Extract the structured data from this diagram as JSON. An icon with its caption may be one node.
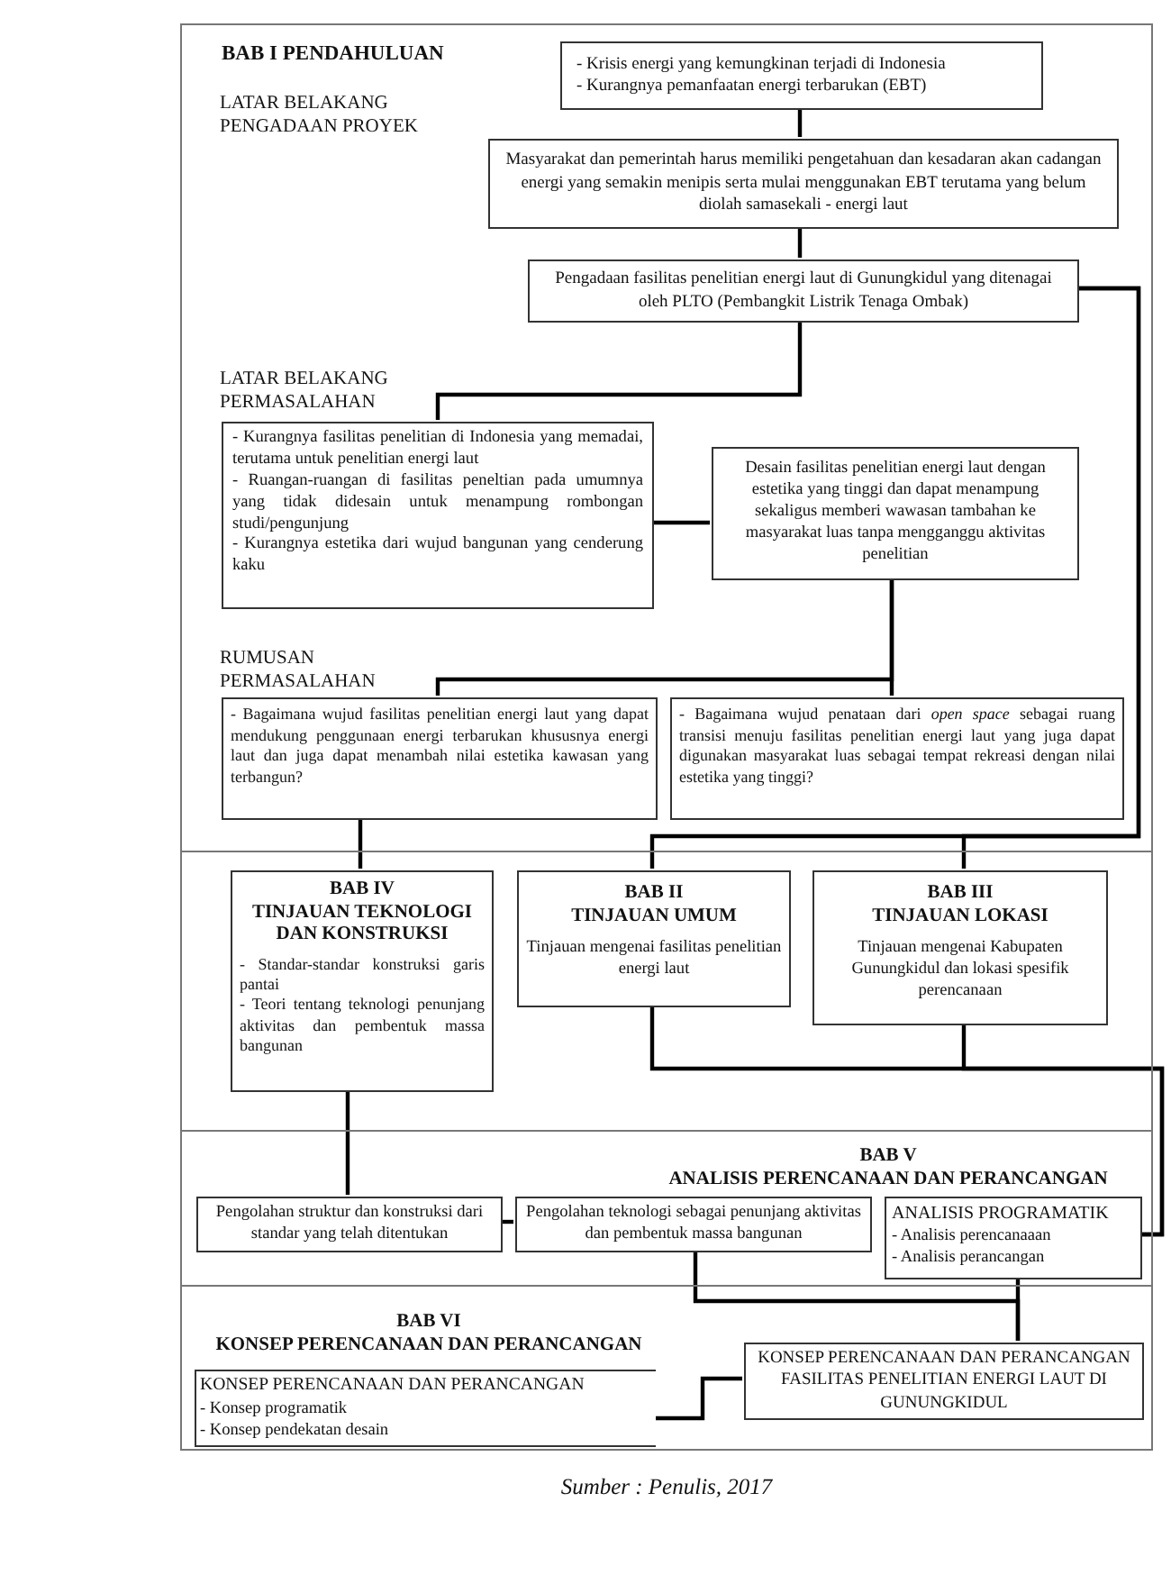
{
  "diagram": {
    "caption": "Sumber : Penulis, 2017",
    "nodes": [
      {
        "text": [
          "BAB I PENDAHULUAN"
        ]
      },
      {
        "text": [
          "- Krisis energi yang kemungkinan terjadi di Indonesia",
          "- Kurangnya pemanfaatan energi terbarukan (EBT)"
        ],
        "in": 0
      },
      {
        "text": [
          "Masyarakat dan pemerintah harus memiliki pengetahuan dan kesadaran akan cadangan energi yang semakin menipis serta mulai menggunakan EBT terutama yang belum diolah samasekali - energi laut"
        ],
        "in": 0
      },
      {
        "text": [
          "Pengadaan fasilitas penelitian energi laut di Gunungkidul yang ditenagai oleh PLTO (Pembangkit Listrik Tenaga Ombak)"
        ],
        "in": 0
      },
      {
        "text": [
          "- Kurangnya fasilitas penelitian di Indonesia yang memadai, terutama untuk penelitian energi laut",
          "- Ruangan-ruangan di fasilitas peneltian pada umumnya yang tidak didesain untuk menampung rombongan studi/pengunjung",
          "- Kurangnya estetika dari wujud bangunan yang cenderung kaku"
        ],
        "in": 0
      },
      {
        "text": [
          "Desain fasilitas penelitian energi laut dengan estetika yang tinggi dan dapat menampung sekaligus memberi wawasan tambahan ke masyarakat luas tanpa mengganggu aktivitas penelitian"
        ],
        "in": 0
      },
      {
        "text": [
          "- Bagaimana wujud fasilitas penelitian energi laut yang dapat mendukung penggunaan energi terbarukan khususnya energi laut dan juga dapat menambah nilai estetika kawasan yang terbangun?"
        ],
        "in": 0
      },
      {
        "text": [
          "- Bagaimana wujud penataan dari *open space* sebagai ruang transisi menuju fasilitas penelitian energi laut yang juga dapat digunakan masyarakat luas sebagai tempat rekreasi dengan nilai estetika yang tinggi?"
        ],
        "in": 0
      },
      {
        "text": [],
        "shape": "box"
      },
      {
        "text": [
          "BAB IV",
          "TINJAUAN TEKNOLOGI DAN KONSTRUKSI",
          "- Standar-standar konstruksi garis pantai",
          "- Teori tentang teknologi penunjang aktivitas dan pembentuk massa bangunan"
        ],
        "in": 8
      },
      {
        "text": [
          "BAB II",
          "TINJAUAN UMUM",
          "Tinjauan mengenai fasilitas penelitian energi laut"
        ],
        "in": 8
      },
      {
        "text": [
          "BAB III",
          "TINJAUAN LOKASI",
          "Tinjauan mengenai Kabupaten Gunungkidul dan lokasi spesifik perencanaan"
        ],
        "in": 8
      },
      {
        "text": [
          "BAB V",
          "ANALISIS PERENCANAAN DAN PERANCANGAN"
        ]
      },
      {
        "text": [
          "Pengolahan struktur dan konstruksi dari standar yang telah ditentukan"
        ],
        "in": 12
      },
      {
        "text": [
          "Pengolahan teknologi sebagai penunjang aktivitas dan pembentuk massa bangunan"
        ],
        "in": 12
      },
      {
        "text": [
          "ANALISIS PROGRAMATIK",
          "- Analisis perencanaaan",
          "- Analisis perancangan"
        ],
        "in": 12
      },
      {
        "text": [
          "BAB VI",
          "KONSEP PERENCANAAN DAN PERANCANGAN"
        ]
      },
      {
        "text": [
          "KONSEP PERENCANAAN DAN PERANCANGAN",
          "- Konsep programatik",
          "- Konsep pendekatan desain"
        ],
        "in": 16
      },
      {
        "text": [
          "KONSEP PERENCANAAN DAN PERANCANGAN FASILITAS PENELITIAN ENERGI LAUT DI GUNUNGKIDUL"
        ],
        "in": 16
      }
    ],
    "edges": [
      {
        "from": 1,
        "to": 2,
        "arrow": "none"
      },
      {
        "from": 2,
        "to": 3,
        "arrow": "none"
      },
      {
        "from": 3,
        "to": 4,
        "arrow": "none"
      },
      {
        "from": 4,
        "to": 5,
        "arrow": "none"
      },
      {
        "from": 5,
        "to": 6,
        "arrow": "none"
      },
      {
        "from": 5,
        "to": 7,
        "arrow": "none"
      },
      {
        "from": 6,
        "to": 9,
        "arrow": "none"
      },
      {
        "from": 3,
        "to": 10,
        "arrow": "none"
      },
      {
        "from": 3,
        "to": 11,
        "arrow": "none"
      },
      {
        "from": 10,
        "to": 15,
        "arrow": "none"
      },
      {
        "from": 11,
        "to": 15,
        "arrow": "none"
      },
      {
        "from": 9,
        "to": 13,
        "arrow": "none"
      },
      {
        "from": 13,
        "to": 14,
        "arrow": "none"
      },
      {
        "from": 14,
        "to": 18,
        "arrow": "none"
      },
      {
        "from": 15,
        "to": 18,
        "arrow": "none"
      },
      {
        "from": 18,
        "to": 17,
        "arrow": "none"
      }
    ],
    "labels": [
      "LATAR BELAKANG PENGADAAN PROYEK",
      "LATAR BELAKANG PERMASALAHAN",
      "RUMUSAN PERMASALAHAN"
    ]
  }
}
